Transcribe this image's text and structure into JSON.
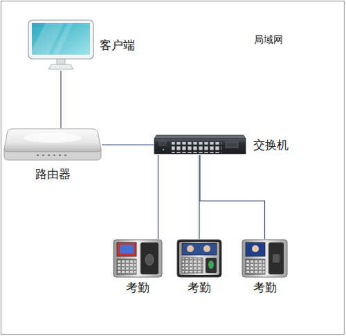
{
  "diagram": {
    "nodes": [
      {
        "text": [
          "客户端"
        ]
      },
      {
        "text": [
          "路由器"
        ]
      },
      {
        "text": [
          "交换机"
        ]
      },
      {
        "text": [
          "考勤"
        ]
      },
      {
        "text": [
          "考勤"
        ]
      },
      {
        "text": [
          "考勤"
        ]
      }
    ],
    "edges": [
      {
        "from": 0,
        "to": 1,
        "arrow": "none"
      },
      {
        "from": 1,
        "to": 2,
        "arrow": "none"
      },
      {
        "from": 2,
        "to": 3,
        "arrow": "none"
      },
      {
        "from": 2,
        "to": 4,
        "arrow": "none"
      },
      {
        "from": 2,
        "to": 5,
        "arrow": "none"
      }
    ],
    "labels": [
      "局域网"
    ]
  }
}
